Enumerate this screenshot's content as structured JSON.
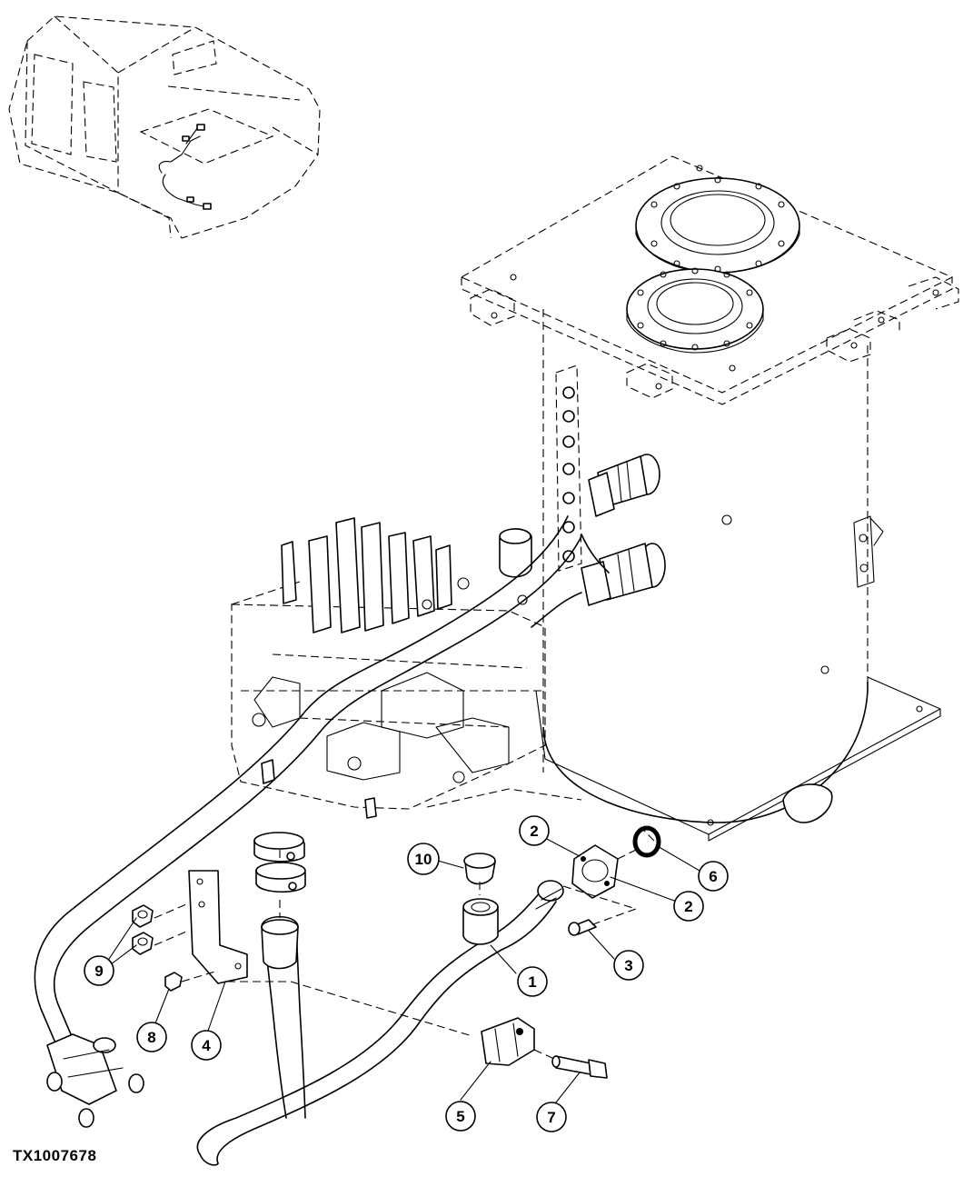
{
  "figure": {
    "id": "TX1007678"
  },
  "callouts": [
    {
      "num": "1"
    },
    {
      "num": "2"
    },
    {
      "num": "2"
    },
    {
      "num": "3"
    },
    {
      "num": "4"
    },
    {
      "num": "5"
    },
    {
      "num": "6"
    },
    {
      "num": "7"
    },
    {
      "num": "8"
    },
    {
      "num": "9"
    },
    {
      "num": "10"
    }
  ]
}
